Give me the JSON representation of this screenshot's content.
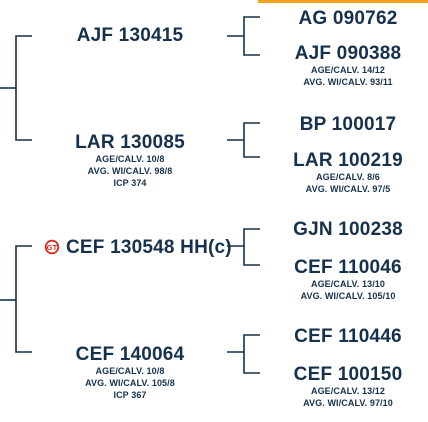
{
  "colors": {
    "text": "#15314d",
    "accent": "#d6291f",
    "line": "#15314d",
    "bar": "#f4a21c"
  },
  "icons": {
    "genotyped": "GT-badge-icon"
  },
  "parents": [
    {
      "name": "AJF 130415"
    },
    {
      "name": "LAR 130085",
      "lines": [
        "AGE/CALV. 10/8",
        "AVG. WI/CALV. 98/8",
        "ICP 374"
      ]
    },
    {
      "name": "CEF 130548 HH(c)"
    },
    {
      "name": "CEF 140064",
      "lines": [
        "AGE/CALV. 10/8",
        "AVG. WI/CALV. 105/8",
        "ICP 367"
      ]
    }
  ],
  "ancestors": [
    {
      "name": "AG 090762"
    },
    {
      "name": "AJF 090388",
      "lines": [
        "AGE/CALV. 14/12",
        "AVG. WI/CALV. 93/11"
      ]
    },
    {
      "name": "BP 100017"
    },
    {
      "name": "LAR 100219",
      "lines": [
        "AGE/CALV. 8/6",
        "AVG. WI/CALV. 97/5"
      ]
    },
    {
      "name": "GJN 100238"
    },
    {
      "name": "CEF 110046",
      "lines": [
        "AGE/CALV. 13/10",
        "AVG. WI/CALV. 105/10"
      ]
    },
    {
      "name": "CEF 110446"
    },
    {
      "name": "CEF 100150",
      "lines": [
        "AGE/CALV. 13/12",
        "AVG. WI/CALV. 97/10"
      ]
    }
  ]
}
